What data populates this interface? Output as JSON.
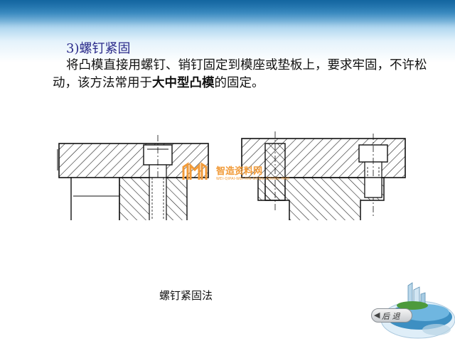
{
  "section": {
    "title": "3)螺钉紧固"
  },
  "paragraph": {
    "part1": "将凸模直接用螺钉、销钉固定到模座或垫板上，要求牢固，不许松动，该方法常用于",
    "bold": "大中型凸模",
    "part2": "的固定。"
  },
  "figure": {
    "caption": "螺钉紧固法"
  },
  "watermark": {
    "brand": "智造资料网",
    "url": "WEI-QIPAI-WEI-XIN-GONG-ZHONG-HAO"
  },
  "nav": {
    "back_label": "后 退"
  },
  "colors": {
    "title": "#2a2a8a",
    "watermark": "#f19a38",
    "header": "#1f7fb8"
  }
}
